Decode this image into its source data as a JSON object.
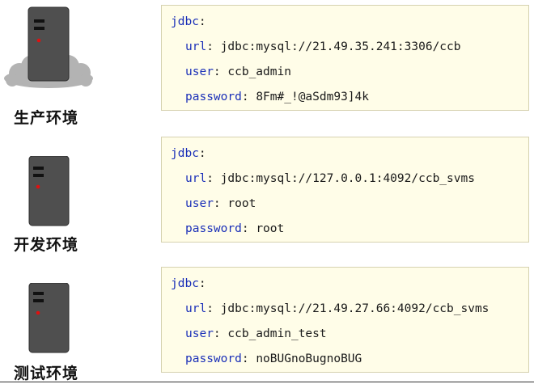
{
  "environments": [
    {
      "label": "生产环境",
      "icon": "server-cloud-icon",
      "config": {
        "root_key": "jdbc",
        "url_key": "url",
        "url_value": "jdbc:mysql://21.49.35.241:3306/ccb",
        "user_key": "user",
        "user_value": "ccb_admin",
        "password_key": "password",
        "password_value": "8Fm#_!@aSdm93]4k"
      }
    },
    {
      "label": "开发环境",
      "icon": "server-icon",
      "config": {
        "root_key": "jdbc",
        "url_key": "url",
        "url_value": "jdbc:mysql://127.0.0.1:4092/ccb_svms",
        "user_key": "user",
        "user_value": "root",
        "password_key": "password",
        "password_value": "root"
      }
    },
    {
      "label": "测试环境",
      "icon": "server-icon",
      "config": {
        "root_key": "jdbc",
        "url_key": "url",
        "url_value": "jdbc:mysql://21.49.27.66:4092/ccb_svms",
        "user_key": "user",
        "user_value": "ccb_admin_test",
        "password_key": "password",
        "password_value": "noBUGnoBugnoBUG"
      }
    }
  ],
  "colors": {
    "box_background": "#fffde8",
    "box_border": "#d6d2b0",
    "key": "#1a2fb8",
    "value": "#1a1a1a",
    "server_body": "#4f4f4f",
    "server_led": "#e01010",
    "cloud": "#b3b3b3"
  }
}
